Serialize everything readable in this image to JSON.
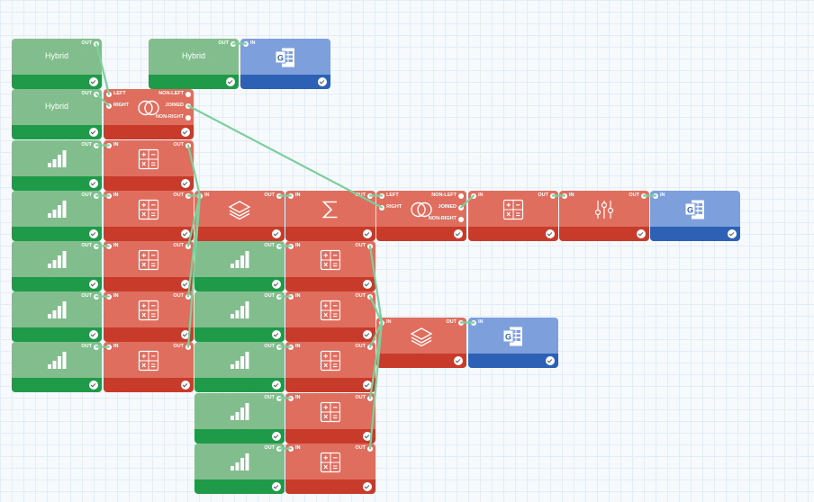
{
  "labels": {
    "out": "OUT",
    "in": "IN",
    "left": "LEFT",
    "right": "RIGHT",
    "non_left": "NON-LEFT",
    "joined": "JOINED",
    "non_right": "NON-RIGHT",
    "hybrid": "Hybrid"
  },
  "icons": {
    "chart": "bar-chart-icon",
    "calc": "calculator-icon",
    "layers": "layers-icon",
    "sum": "sigma-icon",
    "join": "join-icon",
    "filter": "sliders-icon",
    "sheets": "google-sheets-icon",
    "hybrid": "hybrid-source"
  },
  "colors": {
    "source_top": "#82bd8d",
    "source_bar": "#1f9a48",
    "transform_top": "#e06e5f",
    "transform_bar": "#c83b2b",
    "output_top": "#7d9fdb",
    "output_bar": "#2d61b5",
    "connector": "#7ccf9d"
  }
}
